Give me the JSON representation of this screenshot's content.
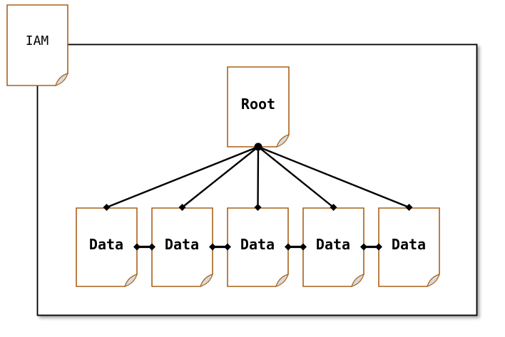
{
  "colors": {
    "doc_border": "#A8601A",
    "fold_fill": "#D9D9D9",
    "edge": "#000000",
    "frame_border": "#000000",
    "background": "#FFFFFF"
  },
  "nodes": {
    "iam": {
      "label": "IAM",
      "shape": "document"
    },
    "root": {
      "label": "Root",
      "shape": "document"
    },
    "data_pages": [
      {
        "label": "Data",
        "shape": "document"
      },
      {
        "label": "Data",
        "shape": "document"
      },
      {
        "label": "Data",
        "shape": "document"
      },
      {
        "label": "Data",
        "shape": "document"
      },
      {
        "label": "Data",
        "shape": "document"
      }
    ]
  },
  "edges": {
    "tree": [
      {
        "from": "root",
        "to": "data-1"
      },
      {
        "from": "root",
        "to": "data-2"
      },
      {
        "from": "root",
        "to": "data-3"
      },
      {
        "from": "root",
        "to": "data-4"
      },
      {
        "from": "root",
        "to": "data-5"
      }
    ],
    "sibling_links": [
      {
        "from": "data-1",
        "to": "data-2"
      },
      {
        "from": "data-2",
        "to": "data-3"
      },
      {
        "from": "data-3",
        "to": "data-4"
      },
      {
        "from": "data-4",
        "to": "data-5"
      }
    ]
  }
}
